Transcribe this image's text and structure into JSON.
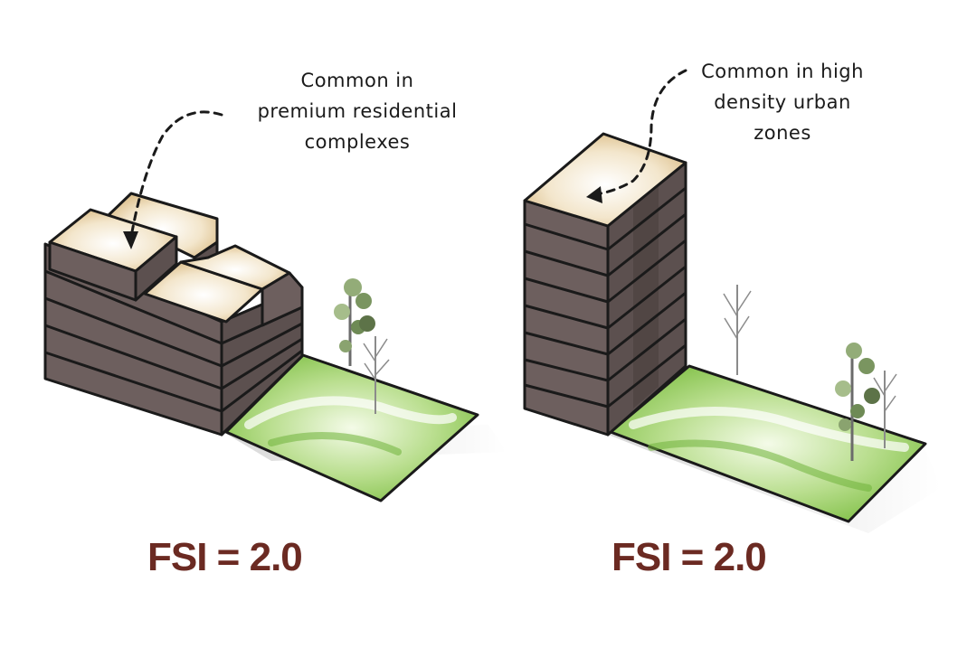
{
  "left_panel": {
    "annotation_lines": [
      "Common in",
      "premium residential",
      "complexes"
    ],
    "fsi_label": "FSI = 2.0"
  },
  "right_panel": {
    "annotation_lines": [
      "Common in high",
      "density urban",
      "zones"
    ],
    "fsi_label": "FSI = 2.0"
  },
  "colors": {
    "facade": "#6d5f5e",
    "facade_dark": "#524645",
    "roof": "#dcc08e",
    "lawn": "#8fc75a",
    "label": "#6b2a22"
  }
}
